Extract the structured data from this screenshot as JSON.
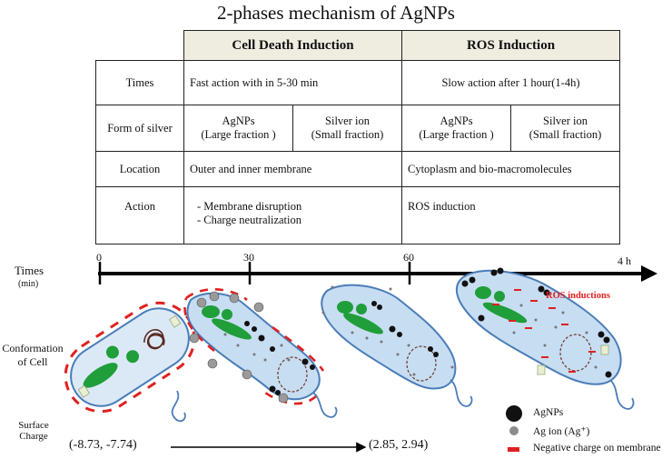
{
  "title": "2-phases mechanism of AgNPs",
  "table": {
    "headers": [
      "",
      "Cell Death Induction",
      "ROS Induction"
    ],
    "rows": {
      "times": {
        "label": "Times",
        "cell_death": "Fast action with in 5-30 min",
        "ros": "Slow action after 1 hour(1-4h)"
      },
      "form": {
        "label": "Form of silver",
        "cell_death_a_line1": "AgNPs",
        "cell_death_a_line2": "(Large fraction )",
        "cell_death_b_line1": "Silver ion",
        "cell_death_b_line2": "(Small fraction)",
        "ros_a_line1": "AgNPs",
        "ros_a_line2": "(Large fraction )",
        "ros_b_line1": "Silver ion",
        "ros_b_line2": "(Small fraction)"
      },
      "location": {
        "label": "Location",
        "cell_death": "Outer and inner membrane",
        "ros": "Cytoplasm and bio-macromolecules"
      },
      "action": {
        "label": "Action",
        "cell_death_line1": "- Membrane disruption",
        "cell_death_line2": "- Charge neutralization",
        "ros": "ROS induction"
      }
    }
  },
  "timeline": {
    "label": "Times",
    "unit": "(min)",
    "ticks": [
      "0",
      "30",
      "60",
      "4 h"
    ]
  },
  "cells": {
    "row_label_line1": "Conformation",
    "row_label_line2": "of Cell",
    "ros_annotation": "ROS inductions"
  },
  "surface_charge": {
    "label_line1": "Surface",
    "label_line2": "Charge",
    "start_value": "(-8.73, -7.74)",
    "end_value": "(2.85, 2.94)"
  },
  "legend": {
    "agnps": "AgNPs",
    "ag_ion": "Ag ion (Ag⁺)",
    "negative_charge": "Negative charge on membrane"
  },
  "colors": {
    "header_bg": "#efece0",
    "membrane_outer": "#4a7db8",
    "cytoplasm": "#c7ddf2",
    "organelle_green": "#1f9e3a",
    "negative_charge": "#e02020",
    "agnp": "#111111",
    "ag_ion": "#8c8c8c",
    "ros_text": "#e02020"
  }
}
